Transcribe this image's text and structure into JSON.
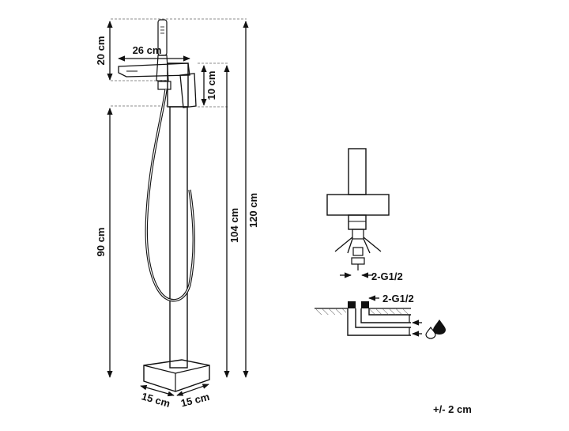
{
  "dimensions": {
    "top_height": "20 cm",
    "spout_length": "26 cm",
    "spout_drop": "10 cm",
    "column_height": "90 cm",
    "spout_height": "104 cm",
    "total_height": "120 cm",
    "base_depth": "15 cm",
    "base_width": "15 cm"
  },
  "connections": {
    "valve_thread": "2-G1/2",
    "inlet_thread": "2-G1/2"
  },
  "tolerance": "+/- 2 cm",
  "icons": [
    "hot-water-drop-icon",
    "cold-water-drop-icon"
  ],
  "colors": {
    "ink": "#111111"
  }
}
